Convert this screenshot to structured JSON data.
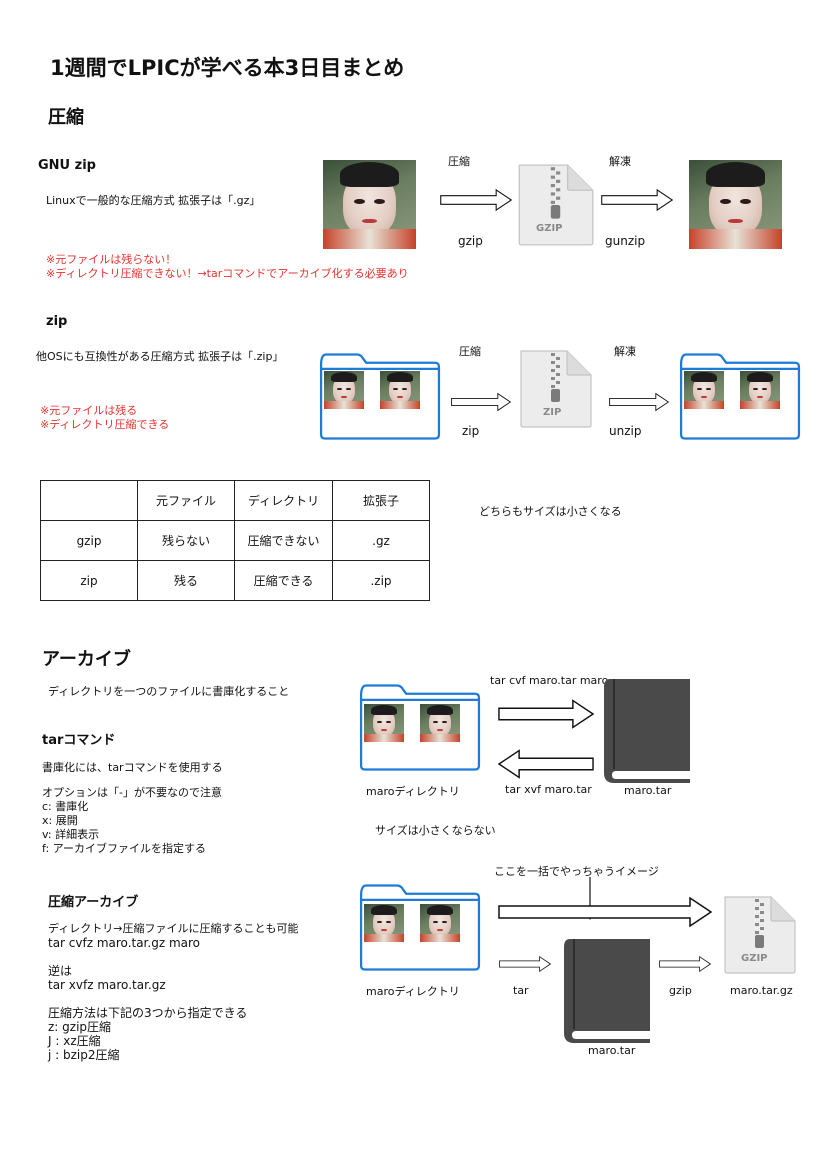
{
  "title": "1週間でLPICが学べる本3日目まとめ",
  "compression": {
    "heading": "圧縮",
    "gnu_zip": {
      "heading": "GNU zip",
      "desc": "Linuxで一般的な圧縮方式 拡張子は「.gz」",
      "notes": [
        "※元ファイルは残らない！",
        "※ディレクトリ圧縮できない！→tarコマンドでアーカイブ化する必要あり"
      ],
      "label_compress": "圧縮",
      "label_extract": "解凍",
      "cmd_compress": "gzip",
      "cmd_extract": "gunzip",
      "icon_label": "GZIP"
    },
    "zip": {
      "heading": "zip",
      "desc": "他OSにも互換性がある圧縮方式 拡張子は「.zip」",
      "notes": [
        "※元ファイルは残る",
        "※ディレクトリ圧縮できる"
      ],
      "label_compress": "圧縮",
      "label_extract": "解凍",
      "cmd_compress": "zip",
      "cmd_extract": "unzip",
      "icon_label": "ZIP"
    },
    "table": {
      "headers": [
        "",
        "元ファイル",
        "ディレクトリ",
        "拡張子"
      ],
      "rows": [
        [
          "gzip",
          "残らない",
          "圧縮できない",
          ".gz"
        ],
        [
          "zip",
          "残る",
          "圧縮できる",
          ".zip"
        ]
      ]
    },
    "note": "どちらもサイズは小さくなる"
  },
  "archive": {
    "heading": "アーカイブ",
    "desc": "ディレクトリを一つのファイルに書庫化すること",
    "tar": {
      "heading": "tarコマンド",
      "desc": "書庫化には、tarコマンドを使用する",
      "options_intro": "オプションは「-」が不要なので注意",
      "options": [
        "c: 書庫化",
        "x: 展開",
        "v: 詳細表示",
        "f: アーカイブファイルを指定する"
      ],
      "cmd_create": "tar cvf maro.tar maro",
      "cmd_extract": "tar xvf maro.tar",
      "dir_label": "maroディレクトリ",
      "file_label": "maro.tar",
      "note": "サイズは小さくならない"
    },
    "compressed": {
      "heading": "圧縮アーカイブ",
      "desc": "ディレクトリ→圧縮ファイルに圧縮することも可能",
      "cmd": "tar cvfz maro.tar.gz maro",
      "reverse_label": "逆は",
      "reverse_cmd": "tar xvfz maro.tar.gz",
      "methods_intro": "圧縮方法は下記の3つから指定できる",
      "methods": [
        "z: gzip圧縮",
        "J : xz圧縮",
        "j : bzip2圧縮"
      ],
      "callout": "ここを一括でやっちゃうイメージ",
      "dir_label": "maroディレクトリ",
      "label_tar": "tar",
      "label_gzip": "gzip",
      "tar_file": "maro.tar",
      "gz_file": "maro.tar.gz",
      "icon_label": "GZIP"
    }
  },
  "colors": {
    "red": "#e8322e",
    "folder_blue": "#1e7bd8",
    "book_gray": "#4a4a4a"
  }
}
